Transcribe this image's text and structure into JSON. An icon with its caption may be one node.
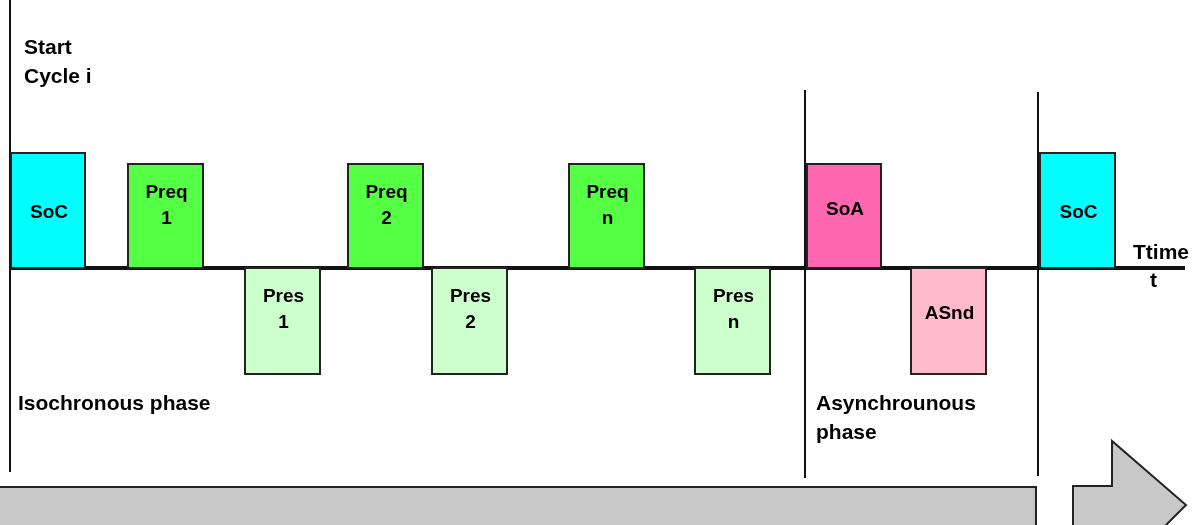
{
  "diagram": {
    "nodes": [
      {
        "text": [
          "SoC"
        ]
      },
      {
        "text": [
          "Preq 1"
        ]
      },
      {
        "text": [
          "Pres 1"
        ]
      },
      {
        "text": [
          "Preq 2"
        ]
      },
      {
        "text": [
          "Pres 2"
        ]
      },
      {
        "text": [
          "Preq n"
        ]
      },
      {
        "text": [
          "Pres n"
        ]
      },
      {
        "text": [
          "SoA"
        ]
      },
      {
        "text": [
          "ASnd"
        ]
      },
      {
        "text": [
          "SoC"
        ]
      },
      {
        "text": [],
        "shape": "bar"
      },
      {
        "text": [],
        "shape": "arrow"
      }
    ],
    "labels": [
      "Start Cycle i",
      "Ttime",
      "t",
      "Isochronous phase",
      "Asynchrounous phase"
    ]
  }
}
